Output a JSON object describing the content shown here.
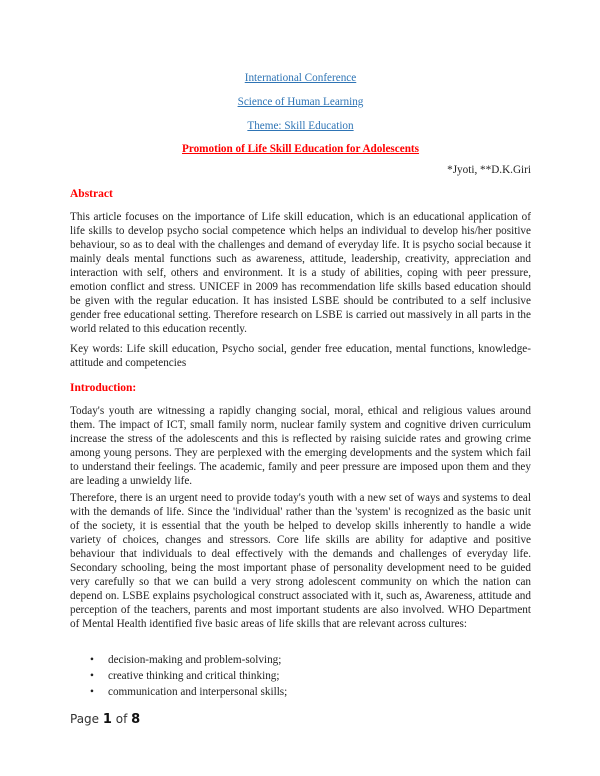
{
  "header": {
    "conference": "International Conference",
    "subject": "Science of Human Learning",
    "theme": "Theme: Skill Education",
    "title": "Promotion of Life Skill Education for Adolescents",
    "authors": "*Jyoti, **D.K.Giri"
  },
  "abstract": {
    "heading": "Abstract",
    "body": "This article focuses on the importance of Life skill education, which is an educational application of life skills to develop psycho social competence which helps an individual to develop his/her positive behaviour, so as to deal with the challenges and demand of everyday life. It is psycho social because it mainly deals mental functions such as awareness, attitude, leadership, creativity, appreciation and interaction with self, others and environment. It is a study of abilities, coping with peer pressure, emotion conflict and stress. UNICEF in 2009 has recommendation life skills based education should be given with the regular education. It has insisted LSBE should be contributed to a self inclusive gender free educational setting. Therefore research on LSBE is carried out massively in all parts in the world related to this education recently.",
    "keywords": "Key words: Life skill education, Psycho social, gender free education, mental functions, knowledge-attitude and competencies"
  },
  "introduction": {
    "heading": "Introduction:",
    "para1": "Today's youth are witnessing a rapidly changing social, moral, ethical and religious values around them. The impact of ICT, small family norm, nuclear family system and cognitive driven curriculum increase the stress of the adolescents and this is reflected by raising suicide rates and growing crime among young persons. They are perplexed with the emerging developments and the system which fail to understand their feelings. The academic, family and peer pressure are imposed upon them and they are leading a unwieldy life.",
    "para2": "Therefore, there is an urgent need to provide today's youth with a new set of ways and systems to deal with the demands of life. Since the 'individual' rather than the 'system' is recognized as the basic unit of the society, it is essential that the youth be helped to develop skills inherently to handle a wide variety of choices, changes and stressors. Core life skills are ability for adaptive and positive behaviour that individuals to deal effectively with the demands and challenges of everyday life. Secondary schooling, being the most important phase of personality development need to be guided very carefully so that we can build a very strong adolescent community on which the nation can depend on. LSBE explains psychological construct associated with it, such as, Awareness, attitude and perception of the teachers, parents and most important students are also involved. WHO Department of Mental Health identified five basic areas of life skills that are relevant across cultures:",
    "bullets": [
      "decision-making and problem-solving;",
      "creative thinking and critical thinking;",
      "communication and interpersonal skills;"
    ],
    "bullet_glyph": "•"
  },
  "footer": {
    "page_label": "Page",
    "current_page": "1",
    "of_label": "of",
    "total_pages": "8"
  }
}
